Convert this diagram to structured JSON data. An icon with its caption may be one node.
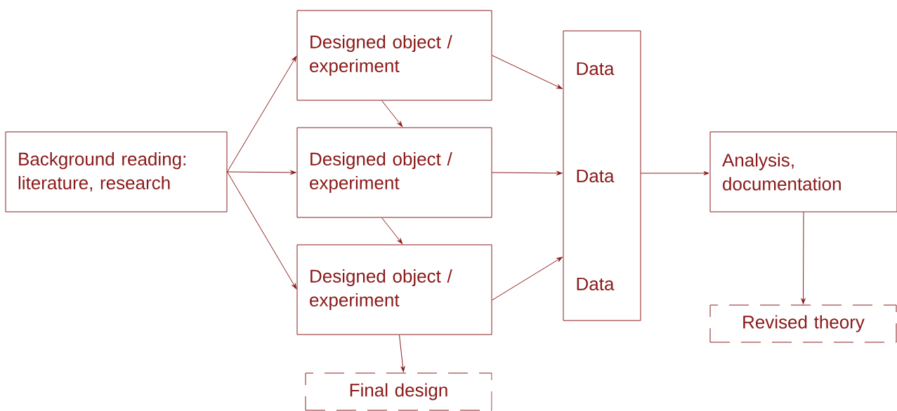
{
  "diagram": {
    "nodes": [
      {
        "text": [
          "Background reading: literature, research"
        ]
      },
      {
        "text": [
          "Designed object / experiment"
        ]
      },
      {
        "text": [
          "Designed object / experiment"
        ]
      },
      {
        "text": [
          "Designed object / experiment"
        ]
      },
      {
        "text": [
          "Data",
          "Data",
          "Data"
        ]
      },
      {
        "text": [
          "Analysis, documentation"
        ]
      },
      {
        "text": [
          "Revised theory"
        ]
      },
      {
        "text": [
          "Final design"
        ]
      }
    ],
    "edges": [
      {
        "from": 0,
        "to": 1,
        "arrow": "to"
      },
      {
        "from": 0,
        "to": 2,
        "arrow": "to"
      },
      {
        "from": 0,
        "to": 3,
        "arrow": "to"
      },
      {
        "from": 1,
        "to": 2,
        "arrow": "to"
      },
      {
        "from": 2,
        "to": 3,
        "arrow": "to"
      },
      {
        "from": 1,
        "to": 4,
        "arrow": "to"
      },
      {
        "from": 2,
        "to": 4,
        "arrow": "to"
      },
      {
        "from": 3,
        "to": 4,
        "arrow": "to"
      },
      {
        "from": 4,
        "to": 5,
        "arrow": "to"
      },
      {
        "from": 5,
        "to": 6,
        "arrow": "to"
      },
      {
        "from": 3,
        "to": 7,
        "arrow": "to"
      }
    ]
  }
}
